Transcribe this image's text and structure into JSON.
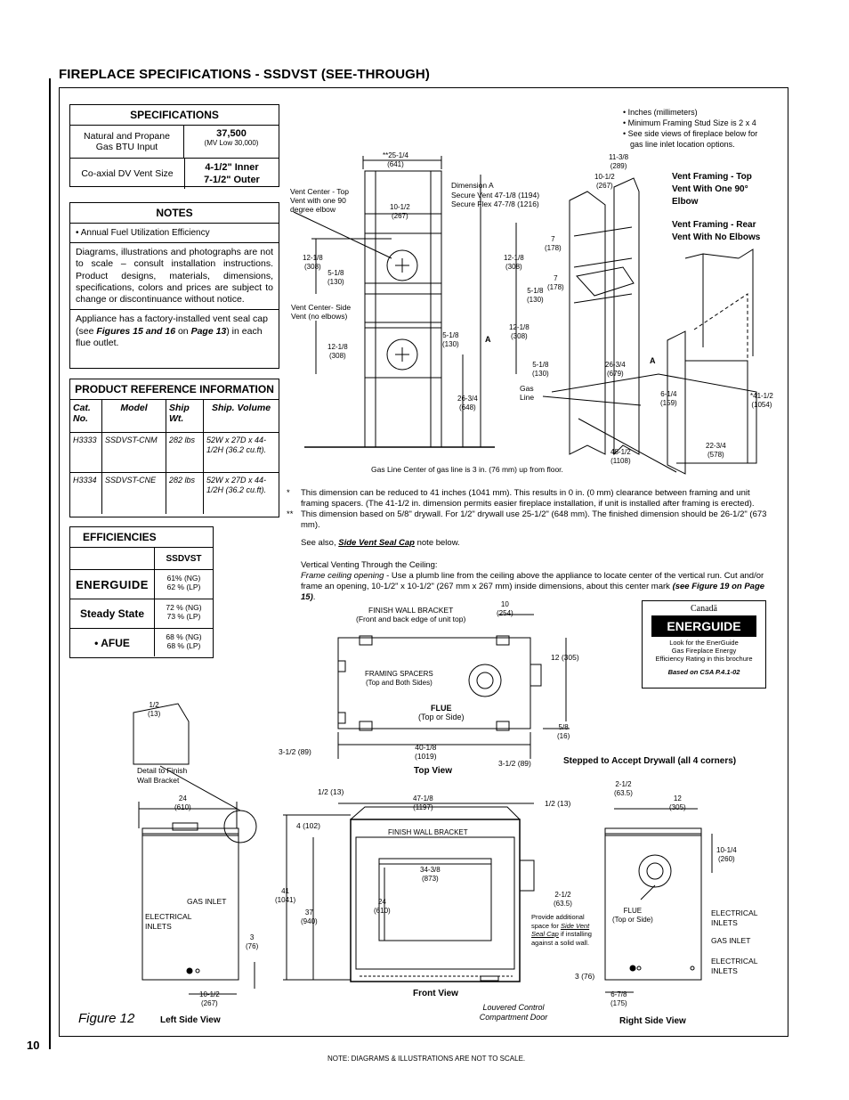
{
  "page": {
    "number": "10",
    "heading": "FIREPLACE SPECIFICATIONS - SSDVST (SEE-THROUGH)",
    "figure_label": "Figure 12",
    "footer_note": "NOTE: DIAGRAMS & ILLUSTRATIONS ARE NOT TO SCALE."
  },
  "specifications": {
    "title": "SPECIFICATIONS",
    "row1_label": "Natural and Propane Gas BTU Input",
    "row1_value": "37,500",
    "row1_sub": "(MV Low 30,000)",
    "row2_label": "Co-axial DV Vent Size",
    "row2_value_a": "4-1/2\" Inner",
    "row2_value_b": "7-1/2\" Outer"
  },
  "notes": {
    "title": "NOTES",
    "bullet": "• Annual Fuel Utilization Efficiency",
    "para1": "Diagrams, illustrations and photographs are not to scale – consult installation instructions. Product designs, materials, dimensions, specifications, colors and prices are subject to change or discontinuance without notice.",
    "para2_a": "Appliance has a factory-installed vent seal cap (see ",
    "para2_b": "Figures 15 and 16",
    "para2_c": " on ",
    "para2_d": "Page 13",
    "para2_e": ") in each flue outlet."
  },
  "product_reference": {
    "title": "PRODUCT REFERENCE INFORMATION",
    "headers": [
      "Cat. No.",
      "Model",
      "Ship Wt.",
      "Ship. Volume"
    ],
    "rows": [
      [
        "H3333",
        "SSDVST-CNM",
        "282 lbs",
        "52W x 27D x 44-1/2H (36.2 cu.ft)."
      ],
      [
        "H3334",
        "SSDVST-CNE",
        "282 lbs",
        "52W x 27D x 44-1/2H (36.2 cu.ft)."
      ]
    ]
  },
  "efficiencies": {
    "title": "EFFICIENCIES",
    "col": "SSDVST",
    "logo": "ENERGUIDE",
    "r1_a": "61% (NG)",
    "r1_b": "62 % (LP)",
    "r2_label": "Steady State",
    "r2_a": "72 % (NG)",
    "r2_b": "73 % (LP)",
    "r3_label": "• AFUE",
    "r3_a": "68 % (NG)",
    "r3_b": "68 % (LP)"
  },
  "top_notes": {
    "n1": "• Inches (millimeters)",
    "n2": "• Minimum Framing Stud Size is 2 x 4",
    "n3": "• See side views of fireplace below for",
    "n4": "gas line inlet location options."
  },
  "vent_diagram": {
    "d_top": "**25-1/4",
    "d_top_mm": "(641)",
    "vent_center_top": "Vent Center - Top Vent with one 90 degree elbow",
    "d_10_12": "10-1/2",
    "d_10_12_mm": "(267)",
    "dimension_a": "Dimension A",
    "secure_vent": "Secure Vent 47-1/8 (1194)",
    "secure_flex": "Secure Flex 47-7/8 (1216)",
    "d_12_18": "12-1/8",
    "d_12_18_mm": "(308)",
    "d_5_18": "5-1/8",
    "d_5_18_mm": "(130)",
    "vent_center_side": "Vent Center- Side Vent (no elbows)",
    "d_26_34": "26-3/4",
    "d_26_34_mm": "(648)",
    "label_a": "A",
    "gas_line_note": "Gas Line Center of gas line is 3 in. (76 mm) up from floor."
  },
  "framing_diagram": {
    "d_11_38": "11-3/8",
    "d_11_38_mm": "(289)",
    "d_10_12": "10-1/2",
    "d_10_12_mm": "(267)",
    "vf_top": "Vent Framing - Top Vent With One 90° Elbow",
    "vf_rear": "Vent Framing - Rear Vent With No Elbows",
    "d_7": "7",
    "d_7_mm": "(178)",
    "d_12_18": "12-1/8",
    "d_12_18_mm": "(308)",
    "d_5_18": "5-1/8",
    "d_5_18_mm": "(130)",
    "d_26_34": "26-3/4",
    "d_26_34_mm": "(679)",
    "gas_line": "Gas Line",
    "d_6_14": "6-1/4",
    "d_6_14_mm": "(159)",
    "d_41_12": "*41-1/2",
    "d_41_12_mm": "(1054)",
    "d_22_34": "22-3/4",
    "d_22_34_mm": "(578)",
    "d_48_12": "48-1/2",
    "d_48_12_mm": "(1108)",
    "label_a": "A"
  },
  "footnotes": {
    "star1": "*",
    "f1": "This dimension can be reduced to 41 inches (1041 mm). This results in 0 in. (0 mm) clearance between framing and unit framing spacers. (The 41-1/2 in. dimension permits easier fireplace installation, if unit is installed after framing is erected).",
    "star2": "**",
    "f2": "This dimension based on 5/8\" drywall. For 1/2\" drywall use 25-1/2\" (648 mm). The finished dimension should be 26-1/2\" (673 mm).",
    "see_also_a": "See also, ",
    "see_also_b": "Side Vent Seal Cap",
    "see_also_c": " note below.",
    "vv_title": "Vertical Venting Through the Ceiling:",
    "vv_a": "Frame ceiling opening",
    "vv_b": " - Use a plumb line from the ceiling above the appliance to locate center of the vertical run. Cut and/or frame an opening, 10-1/2\" x 10-1/2\" (267 mm x 267 mm) inside dimensions, about this center mark ",
    "vv_c": "(see Figure 19 on Page 15)",
    "vv_d": "."
  },
  "energuide_badge": {
    "canada": "Canadä",
    "logo": "ENERGUIDE",
    "l1": "Look for the EnerGuide",
    "l2": "Gas Fireplace Energy",
    "l3": "Efficiency Rating in this brochure",
    "l4": "Based on CSA P.4.1-02"
  },
  "top_view": {
    "finish_wall": "FINISH WALL BRACKET",
    "finish_wall_sub": "(Front and back edge of unit top)",
    "d_10": "10",
    "d_10_mm": "(254)",
    "d_12": "12 (305)",
    "framing_spacers": "FRAMING SPACERS",
    "framing_spacers_sub": "(Top and Both Sides)",
    "flue": "FLUE",
    "flue_sub": "(Top or Side)",
    "d_58": "5/8",
    "d_58_mm": "(16)",
    "d_3_12_left": "3-1/2 (89)",
    "d_40_18": "40-1/8",
    "d_40_18_mm": "(1019)",
    "d_3_12_right": "3-1/2 (89)",
    "title": "Top View",
    "stepped": "Stepped to Accept Drywall (all 4 corners)"
  },
  "left_side": {
    "detail_12": "1/2",
    "detail_12_mm": "(13)",
    "detail_caption": "Detail to Finish Wall Bracket",
    "d_24": "24",
    "d_24_mm": "(610)",
    "gas_inlet": "GAS INLET",
    "electrical": "ELECTRICAL INLETS",
    "d_3": "3",
    "d_3_mm": "(76)",
    "d_10_12": "10-1/2",
    "d_10_12_mm": "(267)",
    "title": "Left Side View"
  },
  "front_view": {
    "d_12_13_l": "1/2 (13)",
    "d_47_18": "47-1/8",
    "d_47_18_mm": "(1197)",
    "d_12_13_r": "1/2 (13)",
    "d_4": "4 (102)",
    "finish_wall": "FINISH WALL BRACKET",
    "d_41": "41",
    "d_41_mm": "(1041)",
    "d_37": "37",
    "d_37_mm": "(940)",
    "d_34_38": "34-3/8",
    "d_34_38_mm": "(873)",
    "d_24": "24",
    "d_24_mm": "(610)",
    "d_2_12": "2-1/2",
    "d_2_12_mm": "(63.5)",
    "provide_a": "Provide additional space for ",
    "provide_b": "Side Vent Seal Cap",
    "provide_c": " if installing against a solid wall.",
    "title": "Front View",
    "louvered": "Louvered Control Compartment Door"
  },
  "right_side": {
    "d_2_12": "2-1/2",
    "d_2_12_mm": "(63.5)",
    "d_12": "12",
    "d_12_mm": "(305)",
    "d_10_14": "10-1/4",
    "d_10_14_mm": "(260)",
    "flue": "FLUE",
    "flue_sub": "(Top or Side)",
    "electrical_top": "ELECTRICAL INLETS",
    "gas_inlet": "GAS INLET",
    "electrical_bottom": "ELECTRICAL INLETS",
    "d_3": "3 (76)",
    "d_6_78": "6-7/8",
    "d_6_78_mm": "(175)",
    "title": "Right Side View"
  }
}
